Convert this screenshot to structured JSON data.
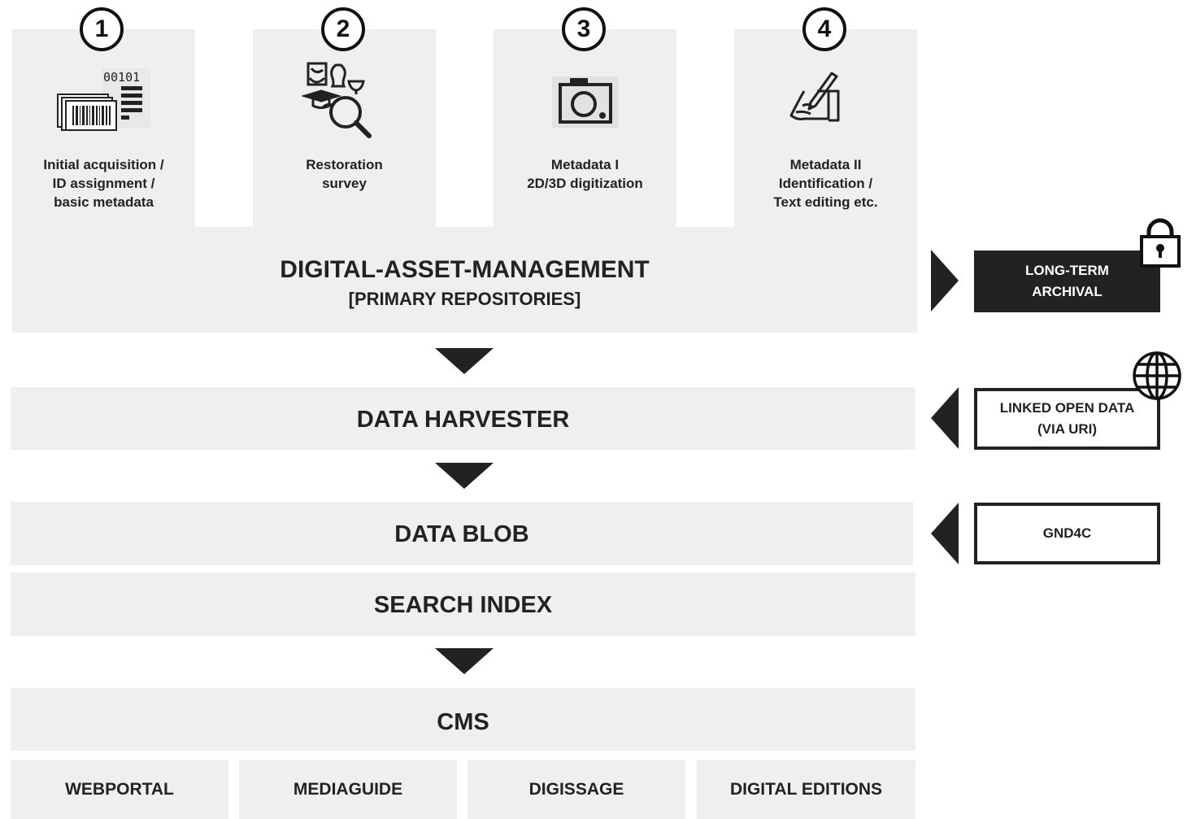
{
  "steps": [
    {
      "number": "1",
      "label_lines": [
        "Initial acquisition /",
        "ID assignment /",
        "basic metadata"
      ],
      "icon": "barcode-icon",
      "icon_text": "00101"
    },
    {
      "number": "2",
      "label_lines": [
        "Restoration",
        "survey"
      ],
      "icon": "magnifier-artifacts-icon"
    },
    {
      "number": "3",
      "label_lines": [
        "Metadata I",
        "2D/3D digitization"
      ],
      "icon": "camera-icon"
    },
    {
      "number": "4",
      "label_lines": [
        "Metadata II",
        "Identification /",
        "Text editing etc."
      ],
      "icon": "writing-hand-icon"
    }
  ],
  "dam": {
    "title": "DIGITAL-ASSET-MANAGEMENT",
    "subtitle": "[PRIMARY REPOSITORIES]"
  },
  "pipeline": {
    "harvester": "DATA HARVESTER",
    "blob": "DATA BLOB",
    "index": "SEARCH INDEX",
    "cms": "CMS"
  },
  "outputs": [
    "WEBPORTAL",
    "MEDIAGUIDE",
    "DIGISSAGE",
    "DIGITAL EDITIONS"
  ],
  "side": {
    "archival": {
      "lines": [
        "LONG-TERM",
        "ARCHIVAL"
      ],
      "icon": "lock-icon"
    },
    "lod": {
      "lines": [
        "LINKED OPEN DATA",
        "(VIA URI)"
      ],
      "icon": "globe-icon"
    },
    "gnd": {
      "lines": [
        "GND4C"
      ]
    }
  },
  "colors": {
    "box": "#efefef",
    "dark": "#222222",
    "text": "#222222"
  }
}
